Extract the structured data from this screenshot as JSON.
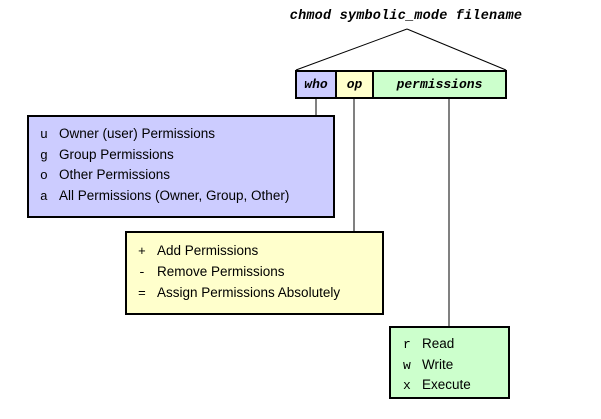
{
  "command": "chmod symbolic_mode filename",
  "fields": {
    "who": "who",
    "op": "op",
    "permissions": "permissions"
  },
  "who_options": [
    {
      "key": "u",
      "label": "Owner (user) Permissions"
    },
    {
      "key": "g",
      "label": "Group Permissions"
    },
    {
      "key": "o",
      "label": "Other Permissions"
    },
    {
      "key": "a",
      "label": "All Permissions (Owner, Group, Other)"
    }
  ],
  "op_options": [
    {
      "key": "+",
      "label": "Add Permissions"
    },
    {
      "key": "-",
      "label": "Remove Permissions"
    },
    {
      "key": "=",
      "label": "Assign Permissions Absolutely"
    }
  ],
  "permission_options": [
    {
      "key": "r",
      "label": "Read"
    },
    {
      "key": "w",
      "label": "Write"
    },
    {
      "key": "x",
      "label": "Execute"
    }
  ],
  "colors": {
    "who": "#ccccff",
    "op": "#ffffcc",
    "permissions": "#ccffcc"
  }
}
